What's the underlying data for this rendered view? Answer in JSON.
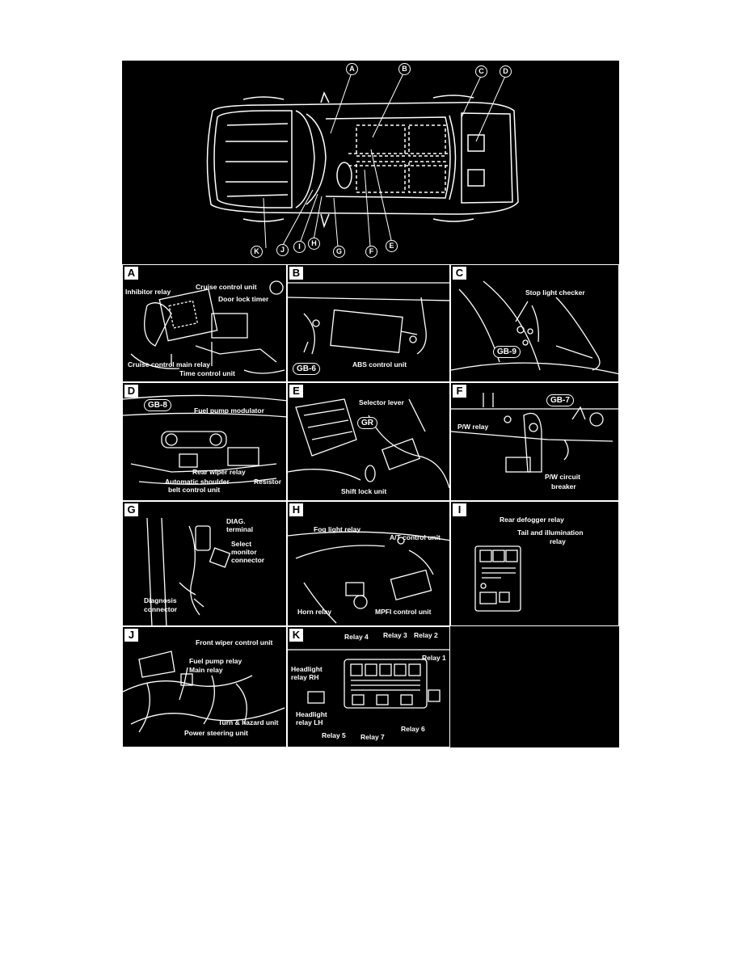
{
  "callouts": [
    "A",
    "B",
    "C",
    "D",
    "E",
    "F",
    "G",
    "H",
    "I",
    "J",
    "K"
  ],
  "panels": {
    "A": {
      "letter": "A",
      "labels": [
        "Inhibitor relay",
        "Cruise control unit",
        "Door lock timer",
        "Cruise control main relay",
        "Time control unit"
      ]
    },
    "B": {
      "letter": "B",
      "labels": [
        "ABS control unit"
      ],
      "ground": "GB-6"
    },
    "C": {
      "letter": "C",
      "labels": [
        "Stop light checker"
      ],
      "ground": "GB-9"
    },
    "D": {
      "letter": "D",
      "labels": [
        "Fuel pump modulator",
        "Rear wiper relay",
        "Automatic shoulder",
        "belt control unit",
        "Resistor"
      ],
      "ground": "GB-8"
    },
    "E": {
      "letter": "E",
      "labels": [
        "Selector lever",
        "Shift lock unit"
      ],
      "ground": "GR"
    },
    "F": {
      "letter": "F",
      "labels": [
        "P/W relay",
        "P/W circuit",
        "breaker"
      ],
      "ground": "GB-7"
    },
    "G": {
      "letter": "G",
      "labels": [
        "DIAG.",
        "terminal",
        "Select",
        "monitor",
        "connector",
        "Diagnosis",
        "connector"
      ]
    },
    "H": {
      "letter": "H",
      "labels": [
        "Fog light relay",
        "A/T control unit",
        "Horn relay",
        "MPFI control unit"
      ]
    },
    "I": {
      "letter": "I",
      "labels": [
        "Rear defogger relay",
        "Tail and illumination",
        "relay"
      ]
    },
    "J": {
      "letter": "J",
      "labels": [
        "Front wiper control unit",
        "Fuel pump relay",
        "Main relay",
        "Turn & hazard unit",
        "Power steering unit"
      ]
    },
    "K": {
      "letter": "K",
      "labels": [
        "Relay 4",
        "Relay 3",
        "Relay 2",
        "Relay 1",
        "Headlight",
        "relay RH",
        "Headlight",
        "relay LH",
        "Relay 5",
        "Relay 7",
        "Relay 6"
      ]
    }
  },
  "colors": {
    "background": "#000000",
    "line": "#ffffff",
    "page": "#ffffff"
  }
}
